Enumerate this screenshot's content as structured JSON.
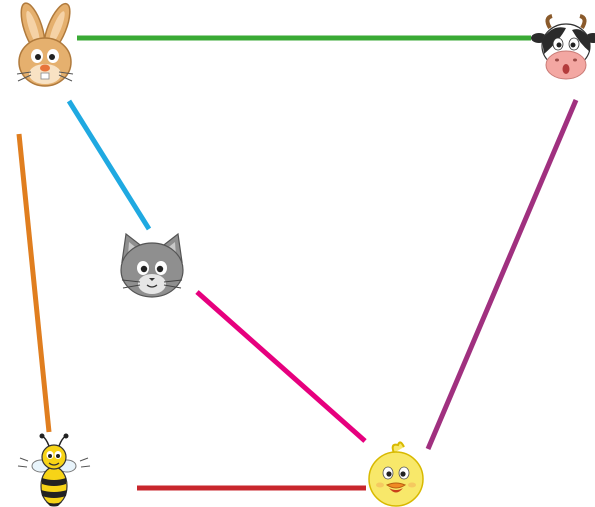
{
  "colors": {
    "green": "#3aaa35",
    "blue": "#1fa9e1",
    "orange": "#e07e1f",
    "magenta": "#e6007e",
    "purple": "#a0307f",
    "red": "#c8262c",
    "rabbit": "#e5b06e",
    "cow": "#f3a7a2",
    "cat": "#8f8f8f",
    "bee": "#f7d417",
    "chick": "#f8e86a"
  },
  "nodes": [
    {
      "id": "rabbit",
      "icon": "rabbit-icon"
    },
    {
      "id": "cow",
      "icon": "cow-icon"
    },
    {
      "id": "cat",
      "icon": "cat-icon"
    },
    {
      "id": "bee",
      "icon": "bee-icon"
    },
    {
      "id": "chick",
      "icon": "chick-icon"
    }
  ],
  "edges": [
    {
      "from": "rabbit",
      "to": "cow",
      "color": "green"
    },
    {
      "from": "rabbit",
      "to": "cat",
      "color": "blue"
    },
    {
      "from": "rabbit",
      "to": "bee",
      "color": "orange"
    },
    {
      "from": "cat",
      "to": "chick",
      "color": "magenta"
    },
    {
      "from": "cow",
      "to": "chick",
      "color": "purple"
    },
    {
      "from": "bee",
      "to": "chick",
      "color": "red"
    }
  ]
}
